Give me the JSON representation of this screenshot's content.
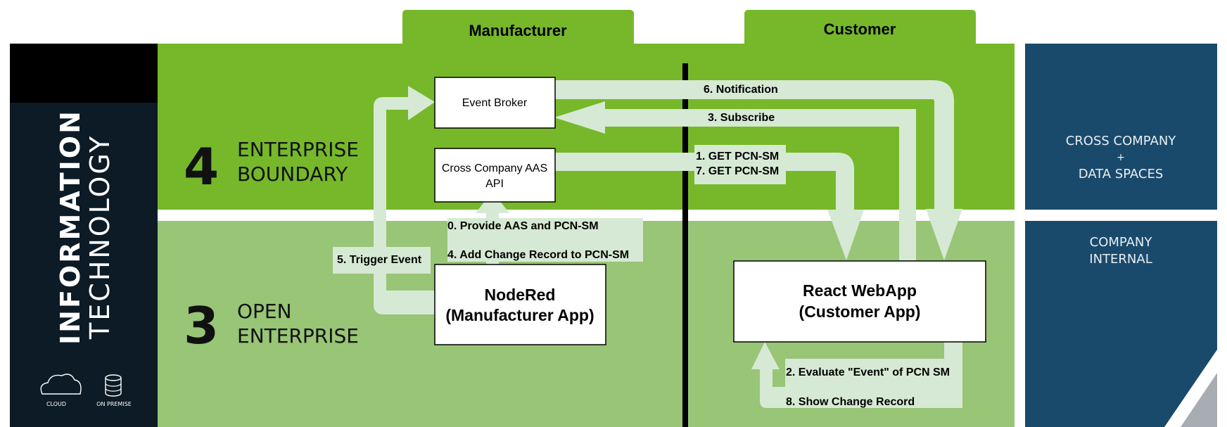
{
  "columns": {
    "manufacturer": "Manufacturer",
    "customer": "Customer"
  },
  "sidebar": {
    "line1": "INFORMATION",
    "line2": "TECHNOLOGY",
    "cloud": "CLOUD",
    "onpremise": "ON PREMISE"
  },
  "levels": {
    "l4": {
      "num": "4",
      "line1": "ENTERPRISE",
      "line2": "BOUNDARY"
    },
    "l3": {
      "num": "3",
      "line1": "OPEN",
      "line2": "ENTERPRISE"
    }
  },
  "right_panels": {
    "top": {
      "line1": "CROSS COMPANY",
      "plus": "+",
      "line2": "DATA SPACES"
    },
    "bottom": {
      "line1": "COMPANY",
      "line2": "INTERNAL"
    }
  },
  "boxes": {
    "event_broker": "Event Broker",
    "aas_api_1": "Cross Company AAS",
    "aas_api_2": "API",
    "nodered_1": "NodeRed",
    "nodered_2": "(Manufacturer App)",
    "react_1": "React WebApp",
    "react_2": "(Customer App)"
  },
  "steps": {
    "s0": "0. Provide AAS and PCN-SM",
    "s1": "1. GET PCN-SM",
    "s2": "2. Evaluate \"Event\" of PCN SM",
    "s3": "3. Subscribe",
    "s4": "4. Add Change Record to PCN-SM",
    "s5": "5. Trigger Event",
    "s6": "6. Notification",
    "s7": "7. GET PCN-SM",
    "s8": "8. Show Change Record"
  },
  "colors": {
    "green_top": "#76b82a",
    "green_bottom": "#98c576",
    "arrow": "#d6e9d4",
    "sidebar_dark": "#0c1b26",
    "panel_blue": "#1a4a6b"
  }
}
